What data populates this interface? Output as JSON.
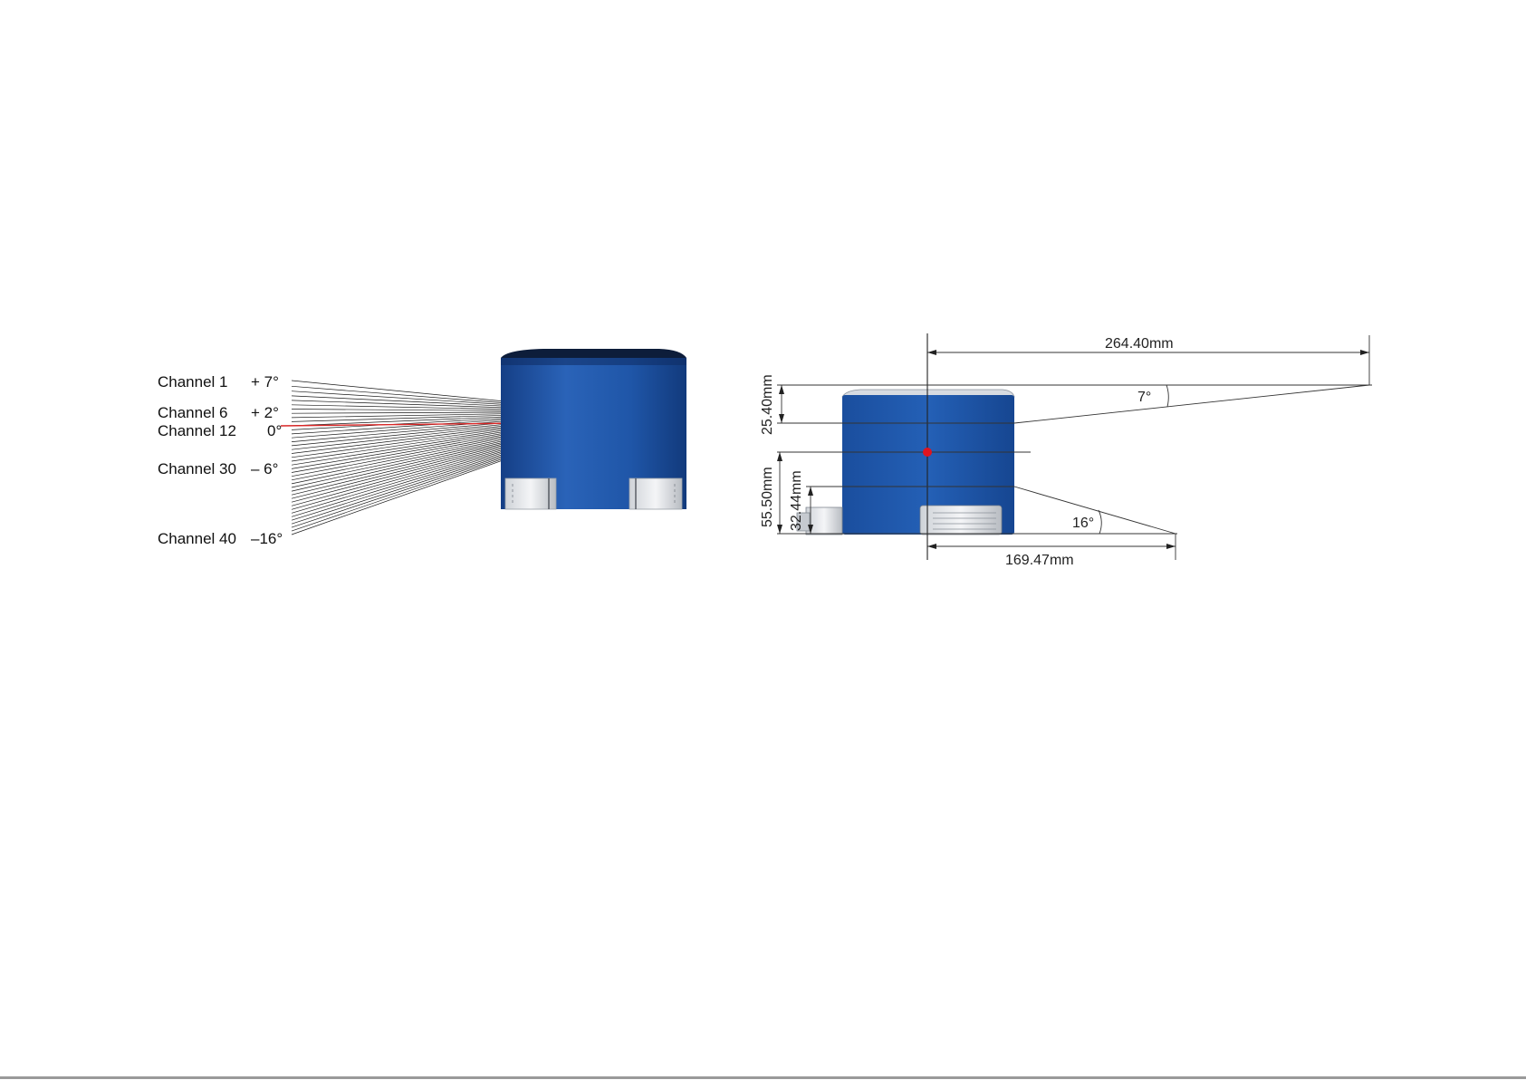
{
  "beam_diagram": {
    "channels": [
      {
        "name": "Channel  1",
        "angle": "+ 7°"
      },
      {
        "name": "Channel  6",
        "angle": "+ 2°"
      },
      {
        "name": "Channel 12",
        "angle": "0°"
      },
      {
        "name": "Channel 30",
        "angle": "– 6°"
      },
      {
        "name": "Channel 40",
        "angle": "–16°"
      }
    ],
    "colors": {
      "sensor_body": "#1f56a8",
      "sensor_cap": "#0d1d3a",
      "reference_beam": "#d92626"
    }
  },
  "dimension_drawing": {
    "dimensions": {
      "width_top": "264.40mm",
      "height_upper": "25.40mm",
      "height_total": "55.50mm",
      "height_lower": "32.44mm",
      "width_bottom": "169.47mm"
    },
    "angles": {
      "upper": "7°",
      "lower": "16°"
    },
    "colors": {
      "sensor_body": "#1f56a8",
      "center_point": "#e0141e"
    }
  }
}
